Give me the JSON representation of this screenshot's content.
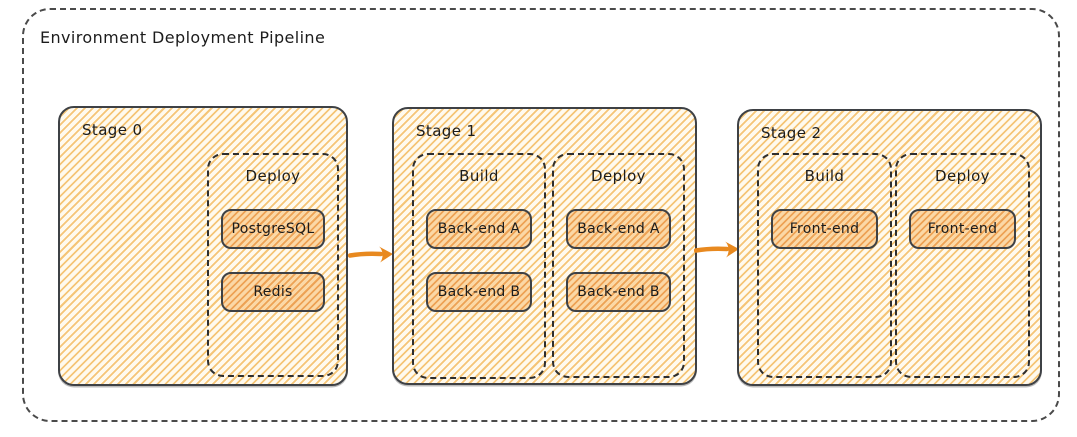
{
  "title": "Environment Deployment Pipeline",
  "stages": [
    {
      "label": "Stage 0",
      "groups": [
        {
          "label": "Deploy",
          "items": [
            "PostgreSQL",
            "Redis"
          ]
        }
      ]
    },
    {
      "label": "Stage 1",
      "groups": [
        {
          "label": "Build",
          "items": [
            "Back-end A",
            "Back-end B"
          ]
        },
        {
          "label": "Deploy",
          "items": [
            "Back-end A",
            "Back-end B"
          ]
        }
      ]
    },
    {
      "label": "Stage 2",
      "groups": [
        {
          "label": "Build",
          "items": [
            "Front-end"
          ]
        },
        {
          "label": "Deploy",
          "items": [
            "Front-end"
          ]
        }
      ]
    }
  ],
  "arrows": [
    {
      "name": "stage0-to-stage1",
      "direction": "right"
    },
    {
      "name": "stage1-to-stage2",
      "direction": "right"
    }
  ],
  "colors": {
    "stage_fill": "#fffaee",
    "stage_hatch": "#f5c577",
    "item_fill": "#fbd8a6",
    "item_hatch": "#eda255",
    "stroke": "#3e4145",
    "dashed_stroke": "#2e2e2e",
    "arrow": "#e8891f",
    "text": "#1c1c1c",
    "background": "#ffffff"
  }
}
